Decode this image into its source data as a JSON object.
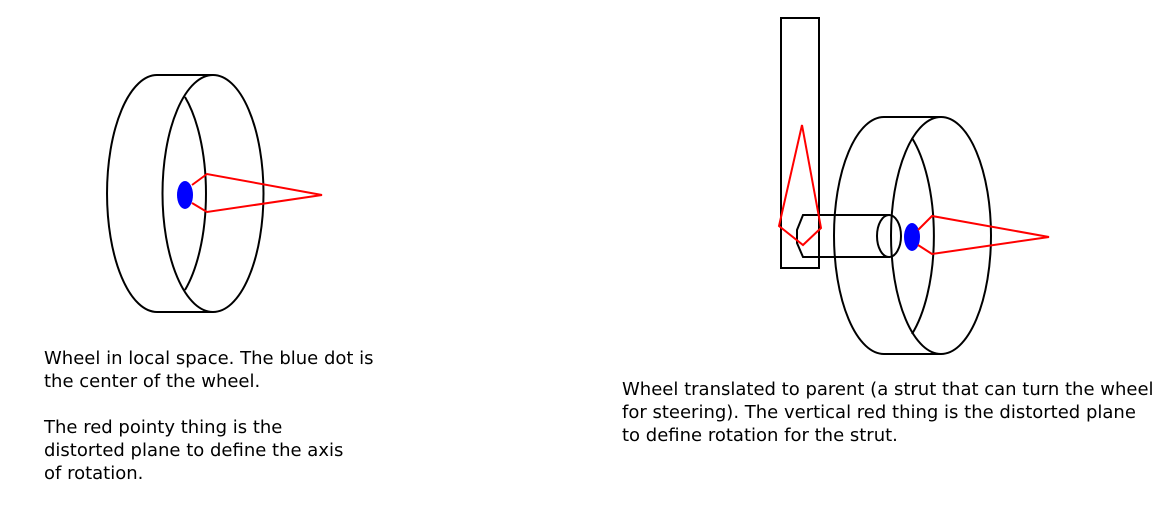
{
  "left_caption": {
    "para1": "Wheel in local space.  The blue dot is the center of the wheel.",
    "para2": "The red pointy thing is the distorted plane to define the axis of rotation."
  },
  "right_caption": {
    "para1": "Wheel translated to parent (a strut that can turn the wheel for steering).  The vertical red thing is the distorted plane to define rotation for the strut."
  },
  "colors": {
    "outline": "#000000",
    "plane": "#ff0000",
    "center": "#0000ff"
  }
}
